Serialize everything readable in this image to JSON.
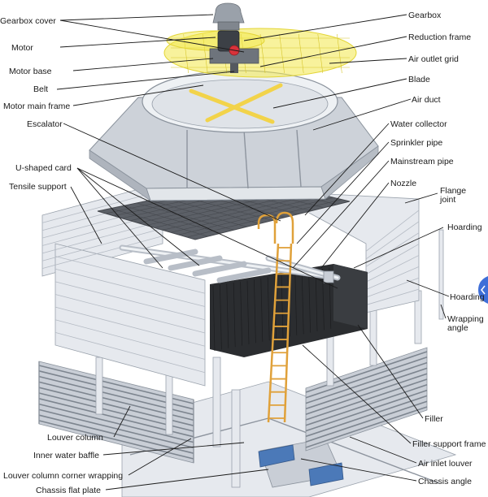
{
  "labels": {
    "gearbox_cover": "Gearbox cover",
    "motor": "Motor",
    "motor_base": "Motor base",
    "belt": "Belt",
    "motor_main_frame": "Motor main frame",
    "escalator": "Escalator",
    "u_shaped_card": "U-shaped card",
    "tensile_support": "Tensile support",
    "louver_column": "Louver column",
    "inner_water_baffle": "Inner water baffle",
    "louver_column_corner_wrapping": "Louver column corner wrapping",
    "chassis_flat_plate": "Chassis flat plate",
    "gearbox": "Gearbox",
    "reduction_frame": "Reduction frame",
    "air_outlet_grid": "Air outlet grid",
    "blade": "Blade",
    "air_duct": "Air duct",
    "water_collector": "Water collector",
    "sprinkler_pipe": "Sprinkler pipe",
    "mainstream_pipe": "Mainstream pipe",
    "nozzle": "Nozzle",
    "flange_joint_1": "Flange",
    "flange_joint_2": "joint",
    "hoarding_top": "Hoarding",
    "hoarding_side": "Hoarding",
    "wrapping_angle_1": "Wrapping",
    "wrapping_angle_2": "angle",
    "filler": "Filler",
    "filler_support_frame": "Filler support frame",
    "air_inlet_louver": "Air inlet louver",
    "chassis_angle": "Chassis angle"
  },
  "colors": {
    "accent_yellow": "#f2e84a",
    "ladder_orange": "#e0a13a",
    "fill_dark": "#2b2d30",
    "motor_red": "#d8323a",
    "side_tab_blue": "#3f6fd8"
  }
}
